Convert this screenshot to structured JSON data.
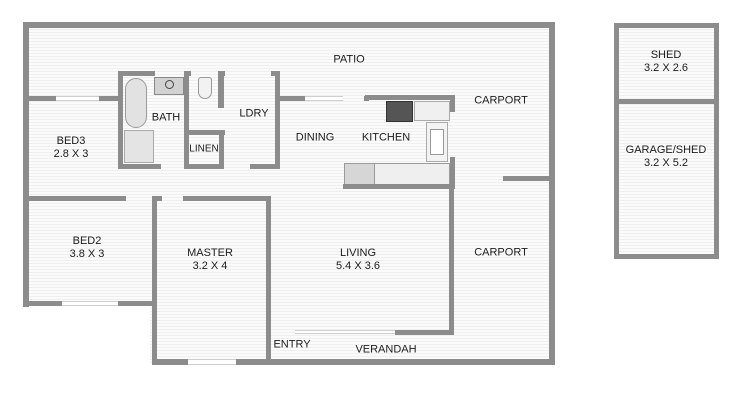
{
  "plan": {
    "colors": {
      "wall": "#8c8c8c",
      "floor": "#f6f6f6",
      "text": "#1c1c1c",
      "background": "#ffffff"
    },
    "rooms": {
      "patio": {
        "name": "PATIO",
        "size": ""
      },
      "bath": {
        "name": "BATH",
        "size": ""
      },
      "ldry": {
        "name": "LDRY",
        "size": ""
      },
      "linen": {
        "name": "LINEN",
        "size": ""
      },
      "bed3": {
        "name": "BED3",
        "size": "2.8 X 3"
      },
      "dining": {
        "name": "DINING",
        "size": ""
      },
      "kitchen": {
        "name": "KITCHEN",
        "size": ""
      },
      "carport_top": {
        "name": "CARPORT",
        "size": ""
      },
      "bed2": {
        "name": "BED2",
        "size": "3.8 X 3"
      },
      "master": {
        "name": "MASTER",
        "size": "3.2 X 4"
      },
      "living": {
        "name": "LIVING",
        "size": "5.4 X 3.6"
      },
      "carport_bottom": {
        "name": "CARPORT",
        "size": ""
      },
      "entry": {
        "name": "ENTRY",
        "size": ""
      },
      "verandah": {
        "name": "VERANDAH",
        "size": ""
      },
      "shed": {
        "name": "SHED",
        "size": "3.2 X 2.6"
      },
      "garage_shed": {
        "name": "GARAGE/SHED",
        "size": "3.2 X 5.2"
      }
    }
  }
}
